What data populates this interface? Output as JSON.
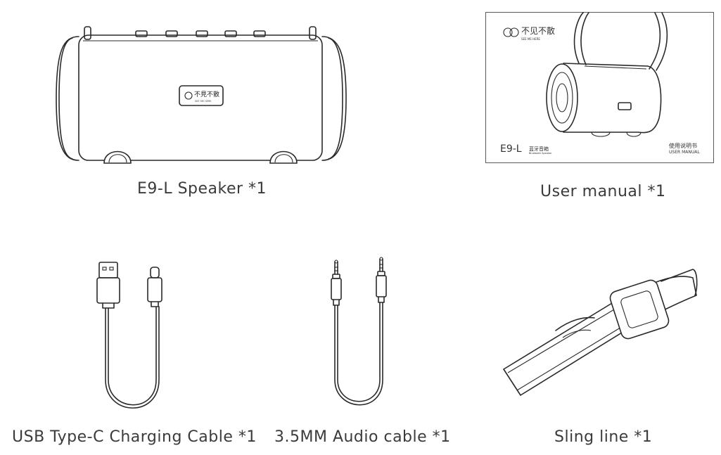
{
  "items": [
    {
      "id": "speaker",
      "caption": "E9-L Speaker *1"
    },
    {
      "id": "manual",
      "caption": "User manual *1"
    },
    {
      "id": "usb",
      "caption": "USB Type-C Charging Cable *1"
    },
    {
      "id": "audio",
      "caption": "3.5MM Audio cable *1"
    },
    {
      "id": "sling",
      "caption": "Sling line *1"
    }
  ],
  "speaker_badge": {
    "brand_cn": "不見不散",
    "brand_en": "SEE ME HERE"
  },
  "manual_cover": {
    "brand_cn": "不见不散",
    "brand_en": "SEE ME HERE",
    "model": "E9-L",
    "product_cn": "蓝牙音箱",
    "product_en": "Bluetooth Speaker",
    "manual_cn": "使用说明书",
    "manual_en": "USER MANUAL"
  }
}
